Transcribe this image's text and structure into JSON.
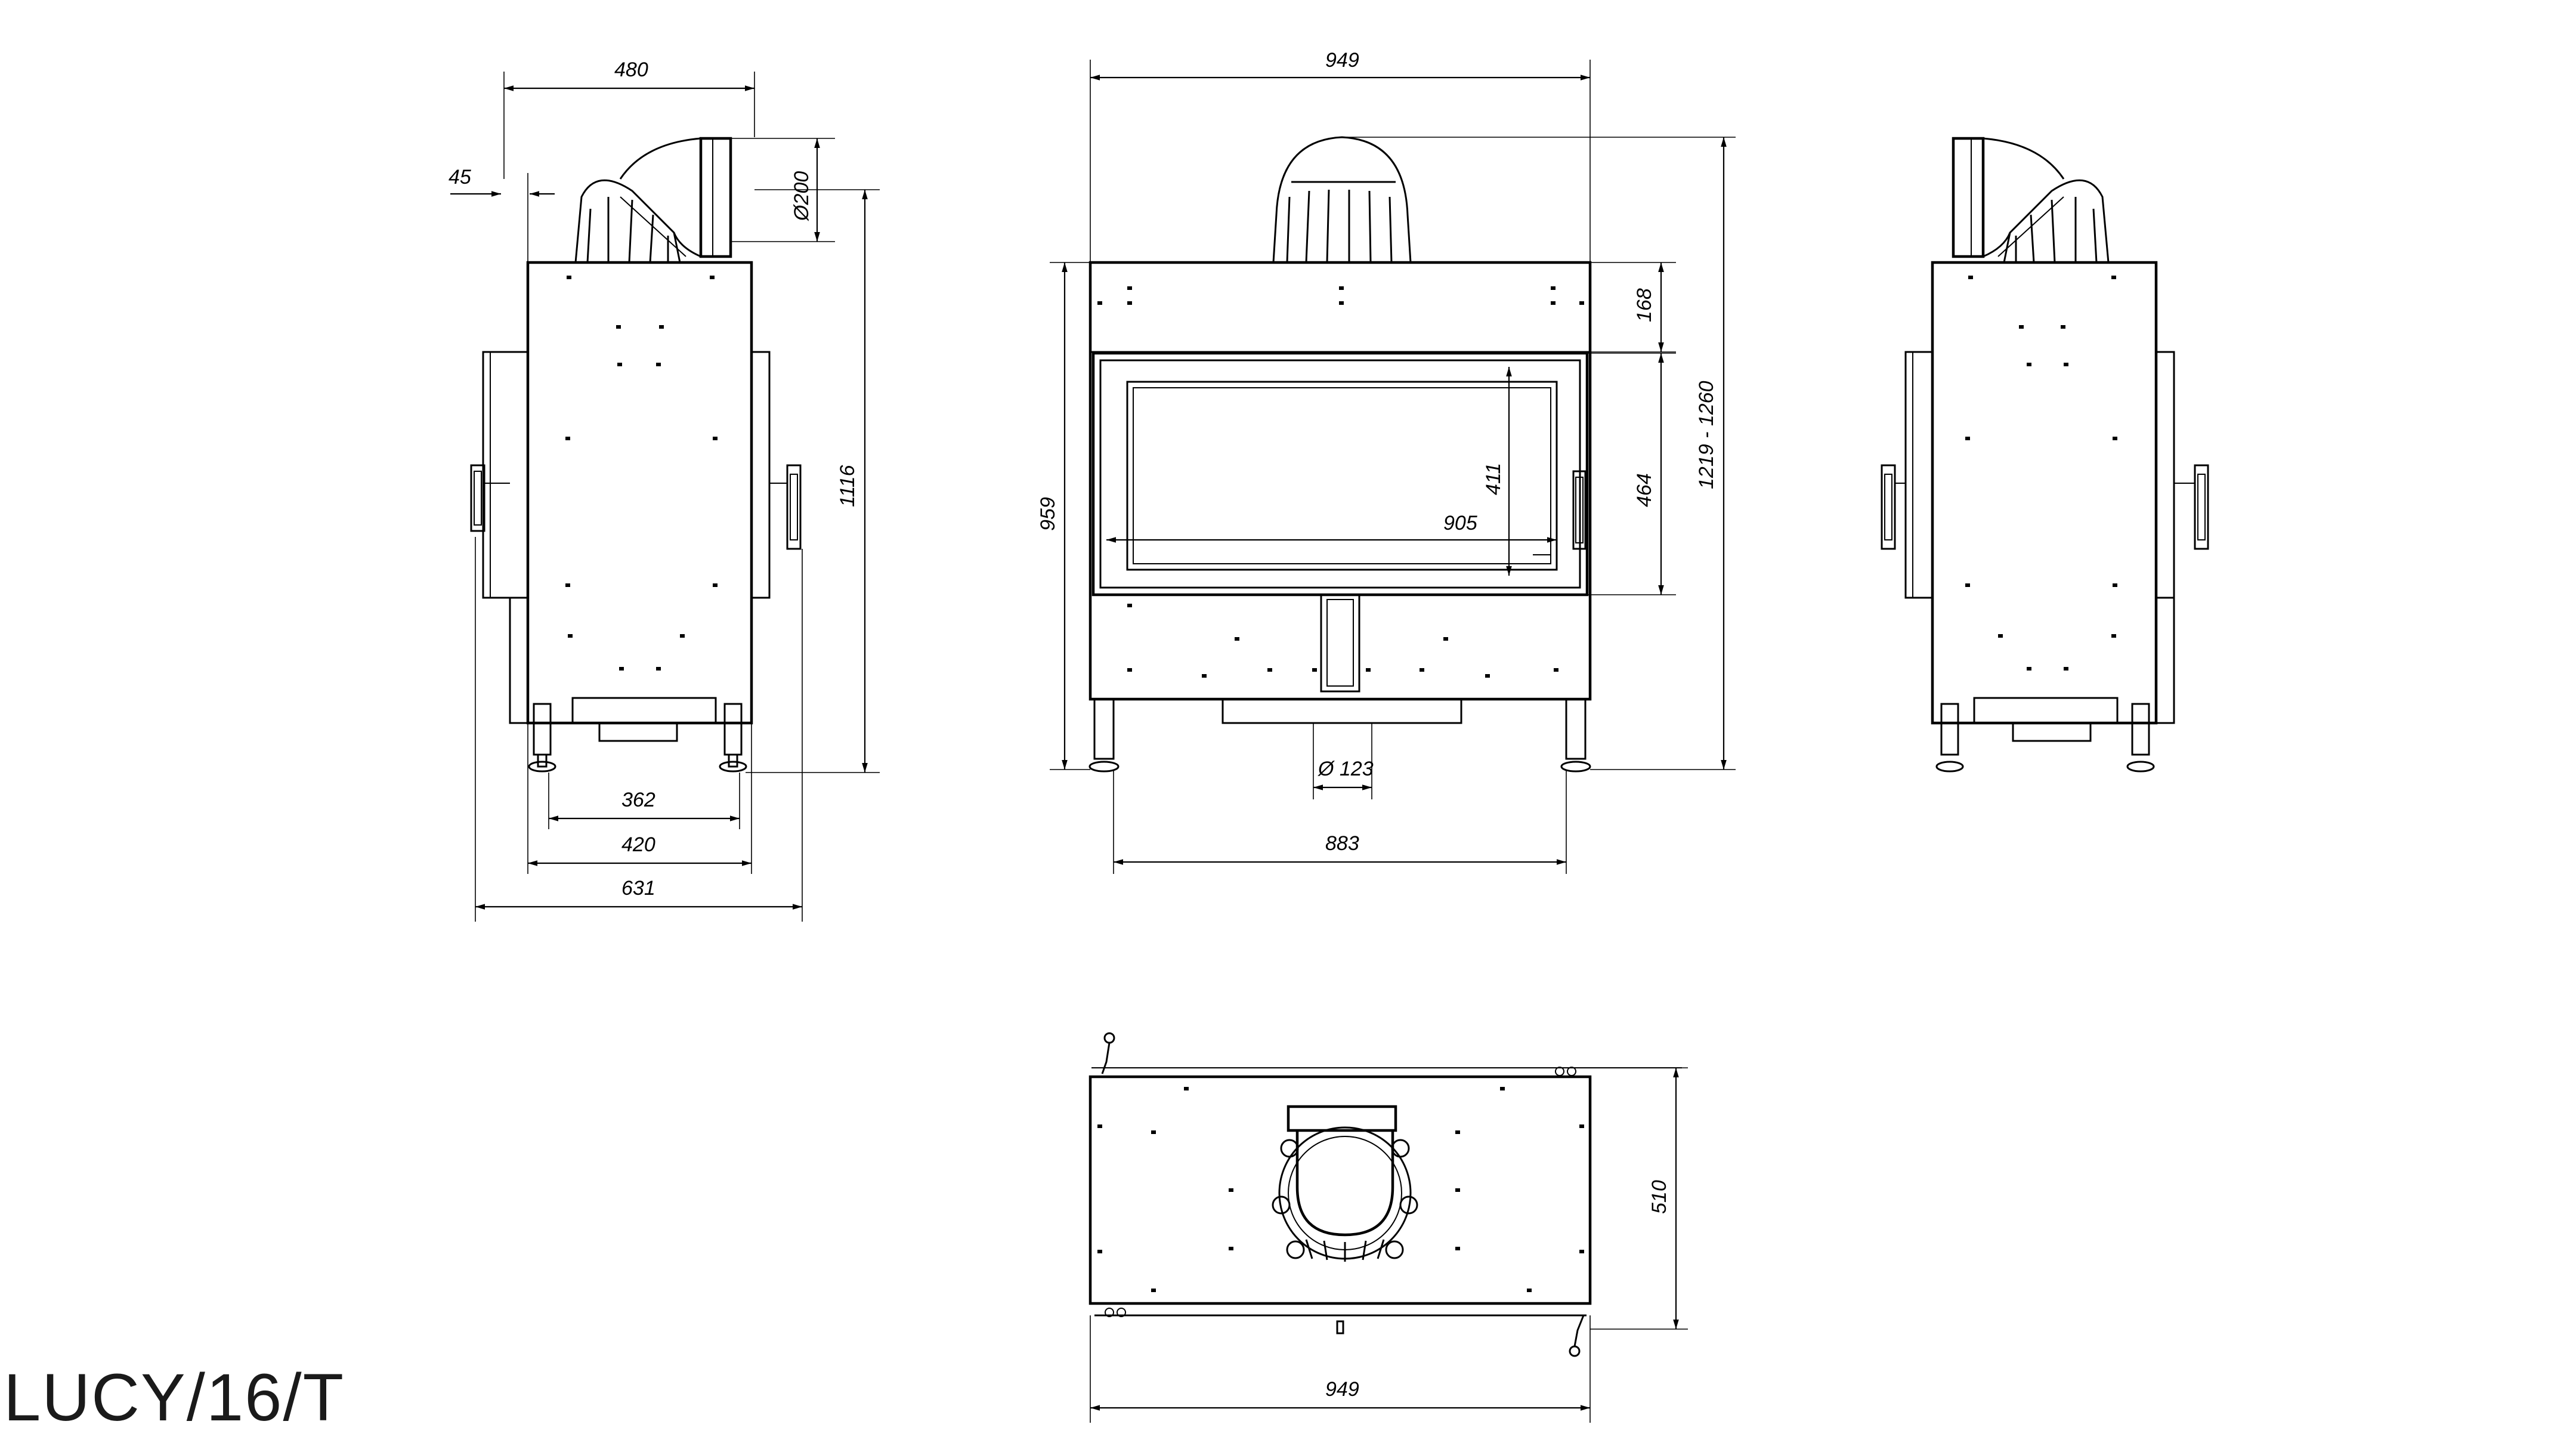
{
  "title": "LUCY/16/T",
  "views": {
    "side_left": {
      "dims": {
        "top_depth": "480",
        "offset": "45",
        "flue_diameter": "Ø200",
        "height": "1116",
        "legs_inner": "362",
        "legs_outer": "420",
        "overall_depth": "631"
      }
    },
    "front": {
      "dims": {
        "width": "949",
        "top_panel": "168",
        "body_height": "959",
        "glass_height": "411",
        "door_height": "464",
        "overall_height": "1219 - 1260",
        "glass_width": "905",
        "air_inlet": "Ø 123",
        "legs_width": "883"
      }
    },
    "top": {
      "dims": {
        "depth": "510",
        "width": "949"
      }
    }
  },
  "colors": {
    "line": "#000000",
    "background": "#ffffff"
  }
}
